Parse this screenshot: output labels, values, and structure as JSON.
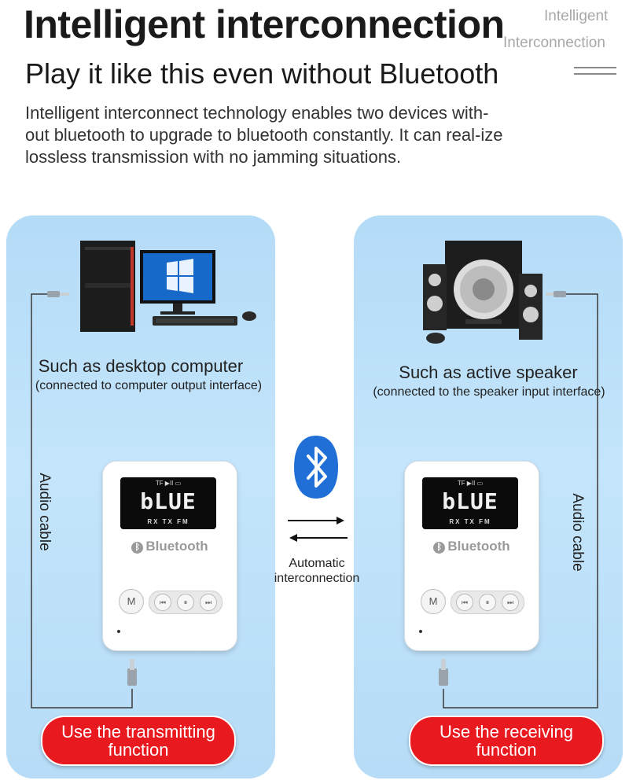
{
  "header": {
    "title": "Intelligent interconnection",
    "subtitle": "Play it like this even without Bluetooth",
    "description": "Intelligent interconnect technology enables two devices with-out bluetooth to upgrade to bluetooth constantly. It can real-ize lossless transmission with no jamming situations.",
    "side_line1": "Intelligent",
    "side_line2": "Interconnection"
  },
  "left_panel": {
    "caption": "Such as desktop computer",
    "subcaption": "(connected to computer output interface)",
    "cable_label": "Audio cable",
    "function_label": "Use the transmitting function"
  },
  "right_panel": {
    "caption": "Such as active speaker",
    "subcaption": "(connected to the speaker input interface)",
    "cable_label": "Audio cable",
    "function_label": "Use the receiving function"
  },
  "center": {
    "caption": "Automatic interconnection"
  },
  "device": {
    "display_text": "bLUE",
    "display_top": "TF  ▶II  ▭",
    "display_bottom": "RX TX FM",
    "brand": "Bluetooth",
    "mode_button": "M"
  },
  "colors": {
    "panel": "#b9ddf8",
    "pill": "#e8191f",
    "bluetooth_badge": "#1f6fd6"
  }
}
